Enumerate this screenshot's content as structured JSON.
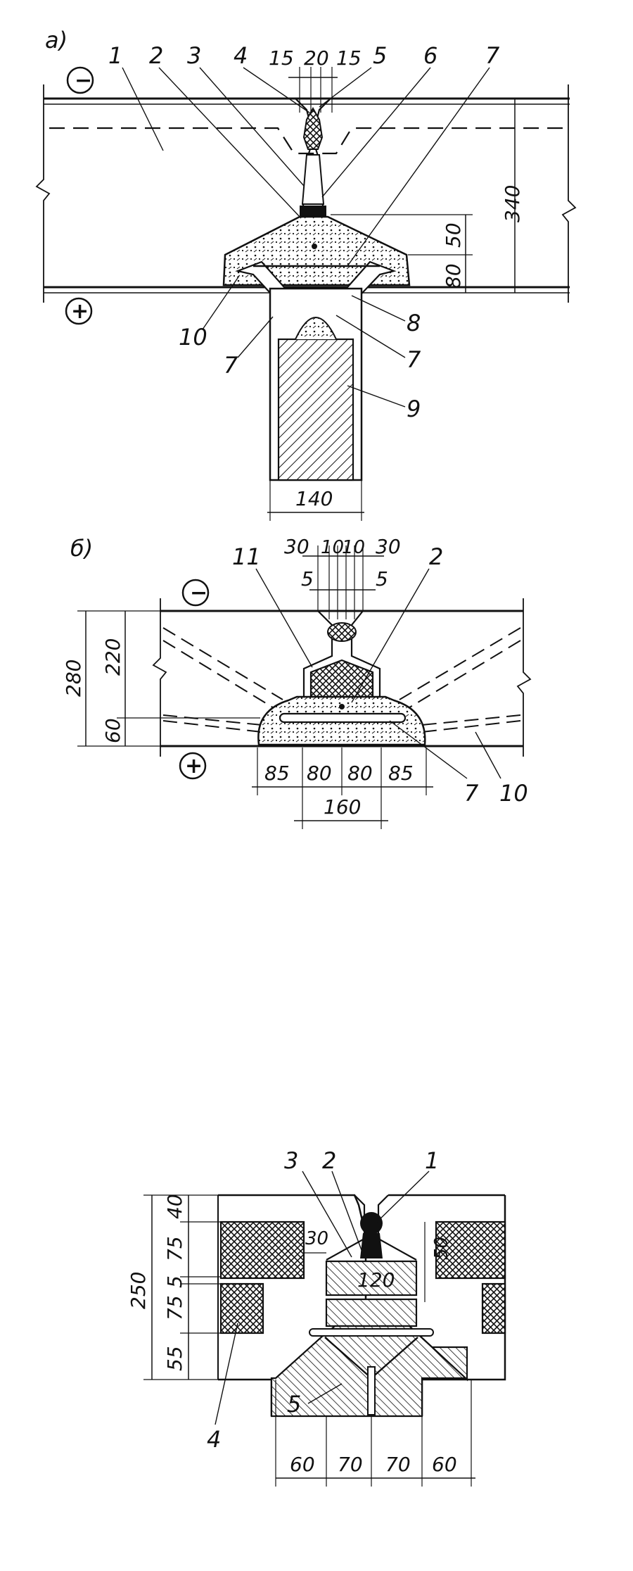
{
  "figure": {
    "panel_a": {
      "label": "а)",
      "sign_top": "−",
      "sign_bottom": "+",
      "callouts": {
        "c1": "1",
        "c2": "2",
        "c3": "3",
        "c4": "4",
        "c5": "5",
        "c6": "6",
        "c7_top": "7",
        "c7_left": "7",
        "c7_right": "7",
        "c8": "8",
        "c9": "9",
        "c10": "10"
      },
      "dims": {
        "d15_left": "15",
        "d20": "20",
        "d15_right": "15",
        "d340": "340",
        "d50": "50",
        "d80": "80",
        "d140": "140"
      }
    },
    "panel_b": {
      "label": "б)",
      "sign_top": "−",
      "sign_bottom": "+",
      "callouts": {
        "c11": "11",
        "c2": "2",
        "c7": "7",
        "c10": "10"
      },
      "dims": {
        "d30_left": "30",
        "d10_left": "10",
        "d10_right": "10",
        "d30_right": "30",
        "d5_left": "5",
        "d5_right": "5",
        "d280": "280",
        "d220": "220",
        "d60": "60",
        "d85_left": "85",
        "d80_left": "80",
        "d80_right": "80",
        "d85_right": "85",
        "d160": "160"
      }
    },
    "panel_c": {
      "callouts": {
        "c3": "3",
        "c2": "2",
        "c1": "1",
        "c4": "4",
        "c5": "5"
      },
      "dims": {
        "d250": "250",
        "d40": "40",
        "d75_top": "75",
        "d5": "5",
        "d75_bottom": "75",
        "d55": "55",
        "d30": "30",
        "d50": "50",
        "d120": "120",
        "d60_left": "60",
        "d70_left": "70",
        "d70_right": "70",
        "d60_right": "60"
      }
    }
  }
}
